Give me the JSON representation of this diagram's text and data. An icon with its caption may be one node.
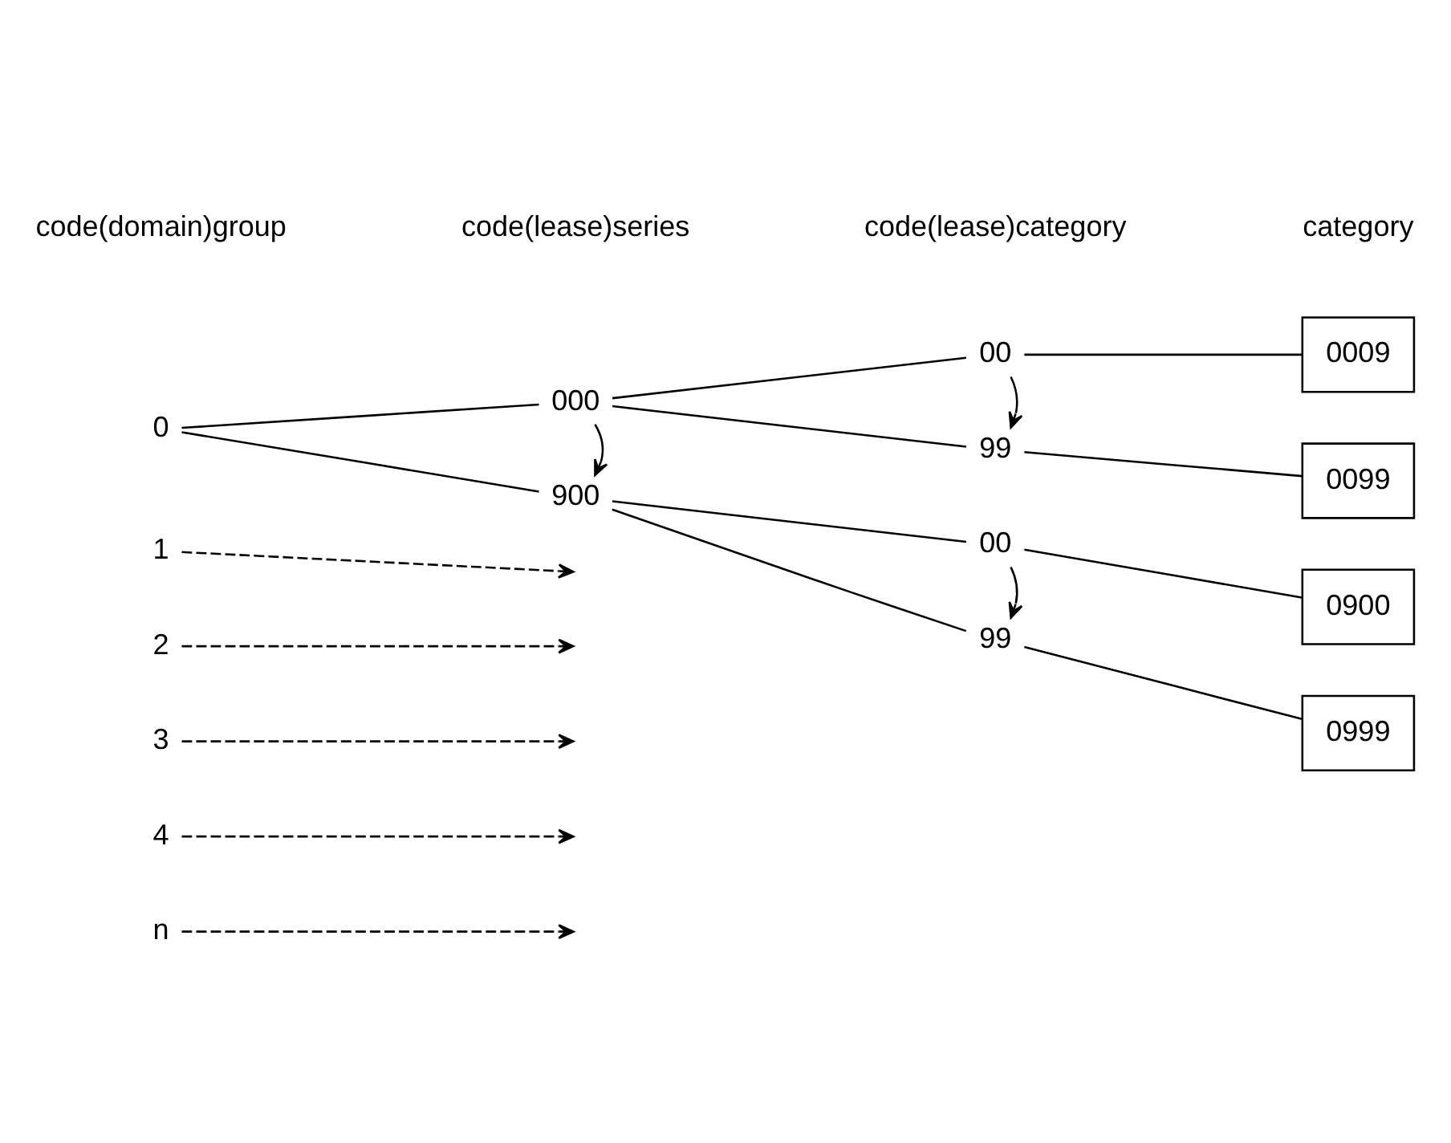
{
  "diagram": {
    "nodes": [
      {
        "text": [
          "0"
        ]
      },
      {
        "text": [
          "1"
        ]
      },
      {
        "text": [
          "2"
        ]
      },
      {
        "text": [
          "3"
        ]
      },
      {
        "text": [
          "4"
        ]
      },
      {
        "text": [
          "n"
        ]
      },
      {
        "text": [
          "000"
        ]
      },
      {
        "text": [
          "900"
        ]
      },
      {
        "text": [
          "00"
        ]
      },
      {
        "text": [
          "99"
        ]
      },
      {
        "text": [
          "00"
        ]
      },
      {
        "text": [
          "99"
        ]
      },
      {
        "text": [
          "0009"
        ]
      },
      {
        "text": [
          "0099"
        ]
      },
      {
        "text": [
          "0900"
        ]
      },
      {
        "text": [
          "0999"
        ]
      }
    ],
    "edges": [
      {
        "from": 0,
        "to": 6,
        "arrow": "none"
      },
      {
        "from": 0,
        "to": 7,
        "arrow": "none"
      },
      {
        "from": 6,
        "to": 7,
        "arrow": "to"
      },
      {
        "from": 6,
        "to": 8,
        "arrow": "none"
      },
      {
        "from": 6,
        "to": 9,
        "arrow": "none"
      },
      {
        "from": 8,
        "to": 9,
        "arrow": "to"
      },
      {
        "from": 7,
        "to": 10,
        "arrow": "none"
      },
      {
        "from": 7,
        "to": 11,
        "arrow": "none"
      },
      {
        "from": 10,
        "to": 11,
        "arrow": "to"
      },
      {
        "from": 8,
        "to": 12,
        "arrow": "none"
      },
      {
        "from": 9,
        "to": 13,
        "arrow": "none"
      },
      {
        "from": 10,
        "to": 14,
        "arrow": "none"
      },
      {
        "from": 11,
        "to": 15,
        "arrow": "none"
      },
      {
        "from": 1,
        "to": null,
        "arrow": "to",
        "style": "dashed"
      },
      {
        "from": 2,
        "to": null,
        "arrow": "to",
        "style": "dashed"
      },
      {
        "from": 3,
        "to": null,
        "arrow": "to",
        "style": "dashed"
      },
      {
        "from": 4,
        "to": null,
        "arrow": "to",
        "style": "dashed"
      },
      {
        "from": 5,
        "to": null,
        "arrow": "to",
        "style": "dashed"
      }
    ],
    "labels": [
      "code(lease)series",
      "code(lease)category",
      "category",
      "code(domain)group"
    ]
  }
}
